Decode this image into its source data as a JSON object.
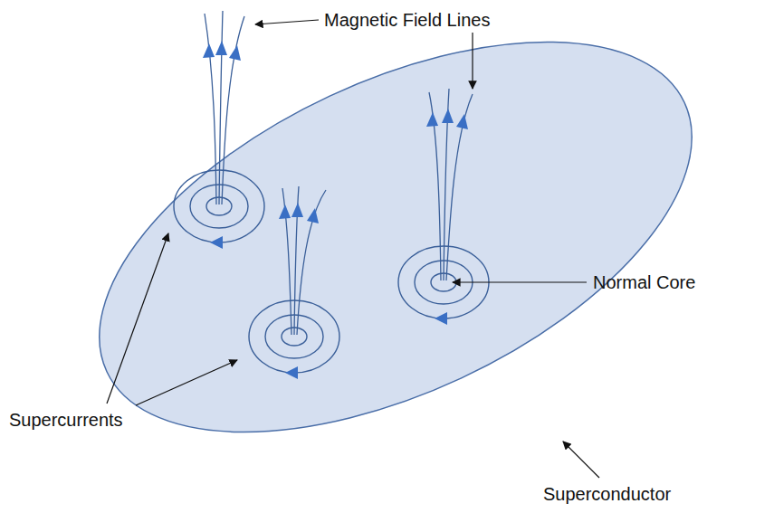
{
  "diagram": {
    "labels": [
      "Magnetic Field Lines",
      "Normal Core",
      "Supercurrents",
      "Superconductor"
    ]
  }
}
